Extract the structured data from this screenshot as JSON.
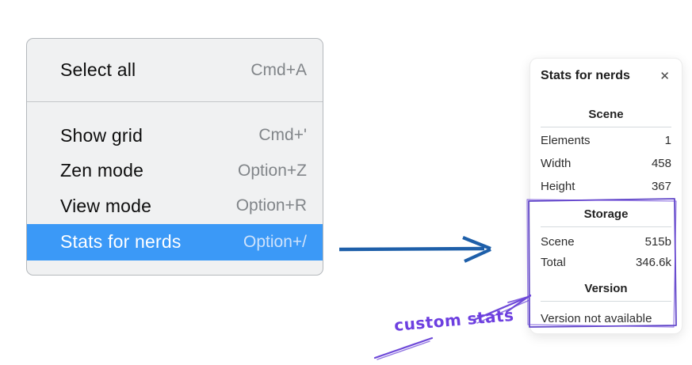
{
  "context_menu": {
    "items": [
      {
        "label": "Select all",
        "shortcut": "Cmd+A",
        "highlighted": false
      },
      {
        "label": "Show grid",
        "shortcut": "Cmd+'",
        "highlighted": false
      },
      {
        "label": "Zen mode",
        "shortcut": "Option+Z",
        "highlighted": false
      },
      {
        "label": "View mode",
        "shortcut": "Option+R",
        "highlighted": false
      },
      {
        "label": "Stats for nerds",
        "shortcut": "Option+/",
        "highlighted": true
      }
    ]
  },
  "stats_panel": {
    "title": "Stats for nerds",
    "close_icon": "✕",
    "sections": [
      {
        "header": "Scene",
        "rows": [
          {
            "label": "Elements",
            "value": "1"
          },
          {
            "label": "Width",
            "value": "458"
          },
          {
            "label": "Height",
            "value": "367"
          }
        ]
      },
      {
        "header": "Storage",
        "rows": [
          {
            "label": "Scene",
            "value": "515b"
          },
          {
            "label": "Total",
            "value": "346.6k"
          }
        ]
      },
      {
        "header": "Version",
        "note": "Version not available"
      }
    ]
  },
  "annotation": {
    "label": "custom stats"
  },
  "colors": {
    "menu_highlight": "#3b99f7",
    "flow_arrow": "#1e5fa9",
    "annotation_purple": "#6d48d8",
    "annotation_text": "#6d3fe0"
  }
}
